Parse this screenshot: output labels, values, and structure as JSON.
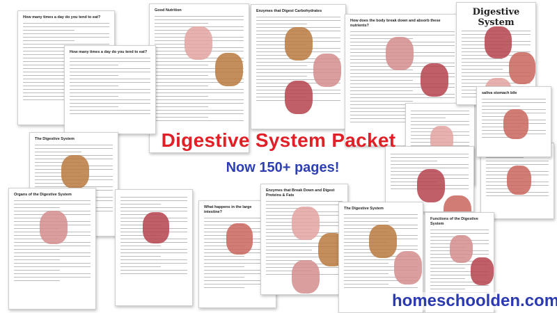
{
  "banner": {
    "title": "Digestive System Packet",
    "subtitle": "Now 150+ pages!",
    "website": "homeschoolden.com"
  },
  "worksheets": [
    {
      "title": "How many times a day do you tend to eat?"
    },
    {
      "title": "How many times a day do you tend to eat?"
    },
    {
      "title": "Good Nutrition"
    },
    {
      "title": "Enzymes that Digest Carbohydrates"
    },
    {
      "title": "How does the body break down and absorb these nutrients?"
    },
    {
      "title": "Digestive System"
    },
    {
      "title": "saliva   stomach   bile"
    },
    {
      "title": ""
    },
    {
      "title": "The Digestive System"
    },
    {
      "title": "Organs of the Digestive System"
    },
    {
      "title": ""
    },
    {
      "title": "What happens in the large intestine?"
    },
    {
      "title": "Enzymes that Break Down and Digest Proteins & Fats"
    },
    {
      "title": "The Digestive System"
    },
    {
      "title": "Functions of the Digestive System"
    },
    {
      "title": ""
    },
    {
      "title": ""
    }
  ],
  "colors": {
    "title": "#e01f26",
    "accent": "#2d3fb2"
  }
}
